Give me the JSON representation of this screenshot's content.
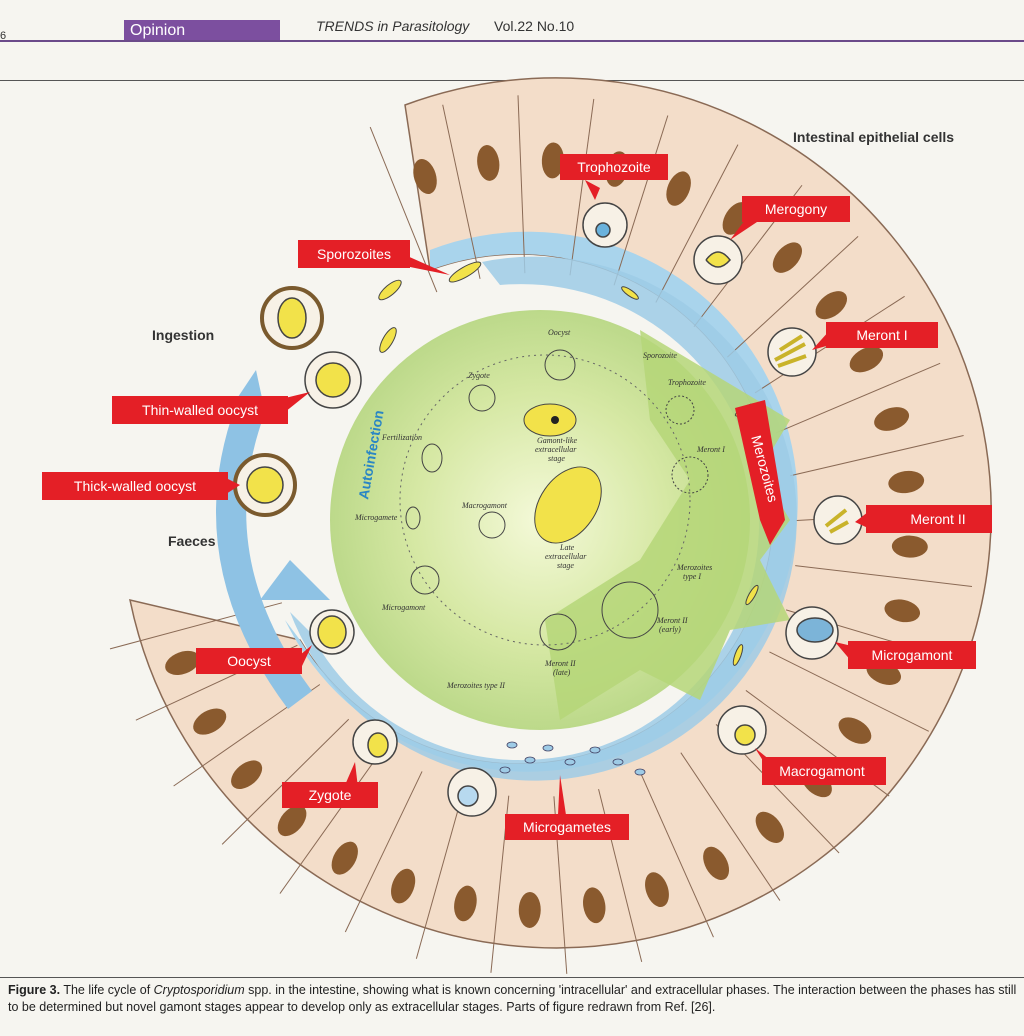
{
  "header": {
    "page_number": "6",
    "section": "Opinion",
    "journal": "TRENDS in Parasitology",
    "volume": "Vol.22 No.10"
  },
  "figure": {
    "region_labels": {
      "epithelial": "Intestinal epithelial cells",
      "ingestion": "Ingestion",
      "faeces": "Faeces",
      "autoinfection": "Autoinfection"
    },
    "stage_labels": {
      "trophozoite": "Trophozoite",
      "merogony": "Merogony",
      "meront1": "Meront I",
      "merozoites": "Merozoites",
      "meront2": "Meront II",
      "microgamont": "Microgamont",
      "macrogamont": "Macrogamont",
      "microgametes": "Microgametes",
      "zygote": "Zygote",
      "oocyst": "Oocyst",
      "thick_oocyst": "Thick-walled oocyst",
      "thin_oocyst": "Thin-walled oocyst",
      "sporozoites": "Sporozoites"
    },
    "inner_labels": {
      "oocyst": "Oocyst",
      "sporozoite": "Sporozoite",
      "trophozoite": "Trophozoite",
      "meront1": "Meront I",
      "merozoites1a": "Merozoites",
      "merozoites1b": "type I",
      "meront2early_a": "Meront II",
      "meront2early_b": "(early)",
      "meront2late_a": "Meront II",
      "meront2late_b": "(late)",
      "merozoites2": "Merozoites type II",
      "microgamont": "Microgamont",
      "microgamete": "Microgamete",
      "macrogamont": "Macrogamont",
      "fertilization": "Fertilization",
      "zygote": "Zygote",
      "gamont_a": "Gamont-like",
      "gamont_b": "extracellular",
      "gamont_c": "stage",
      "late_a": "Late",
      "late_b": "extracellular",
      "late_c": "stage"
    }
  },
  "caption": {
    "figure_label": "Figure 3.",
    "text_before": " The life cycle of ",
    "species": "Cryptosporidium",
    "text_after": " spp. in the intestine, showing what is known concerning 'intracellular' and extracellular phases. The interaction between the phases has still to be determined but novel gamont stages appear to develop only as extracellular stages. Parts of figure redrawn from Ref. [26]."
  }
}
